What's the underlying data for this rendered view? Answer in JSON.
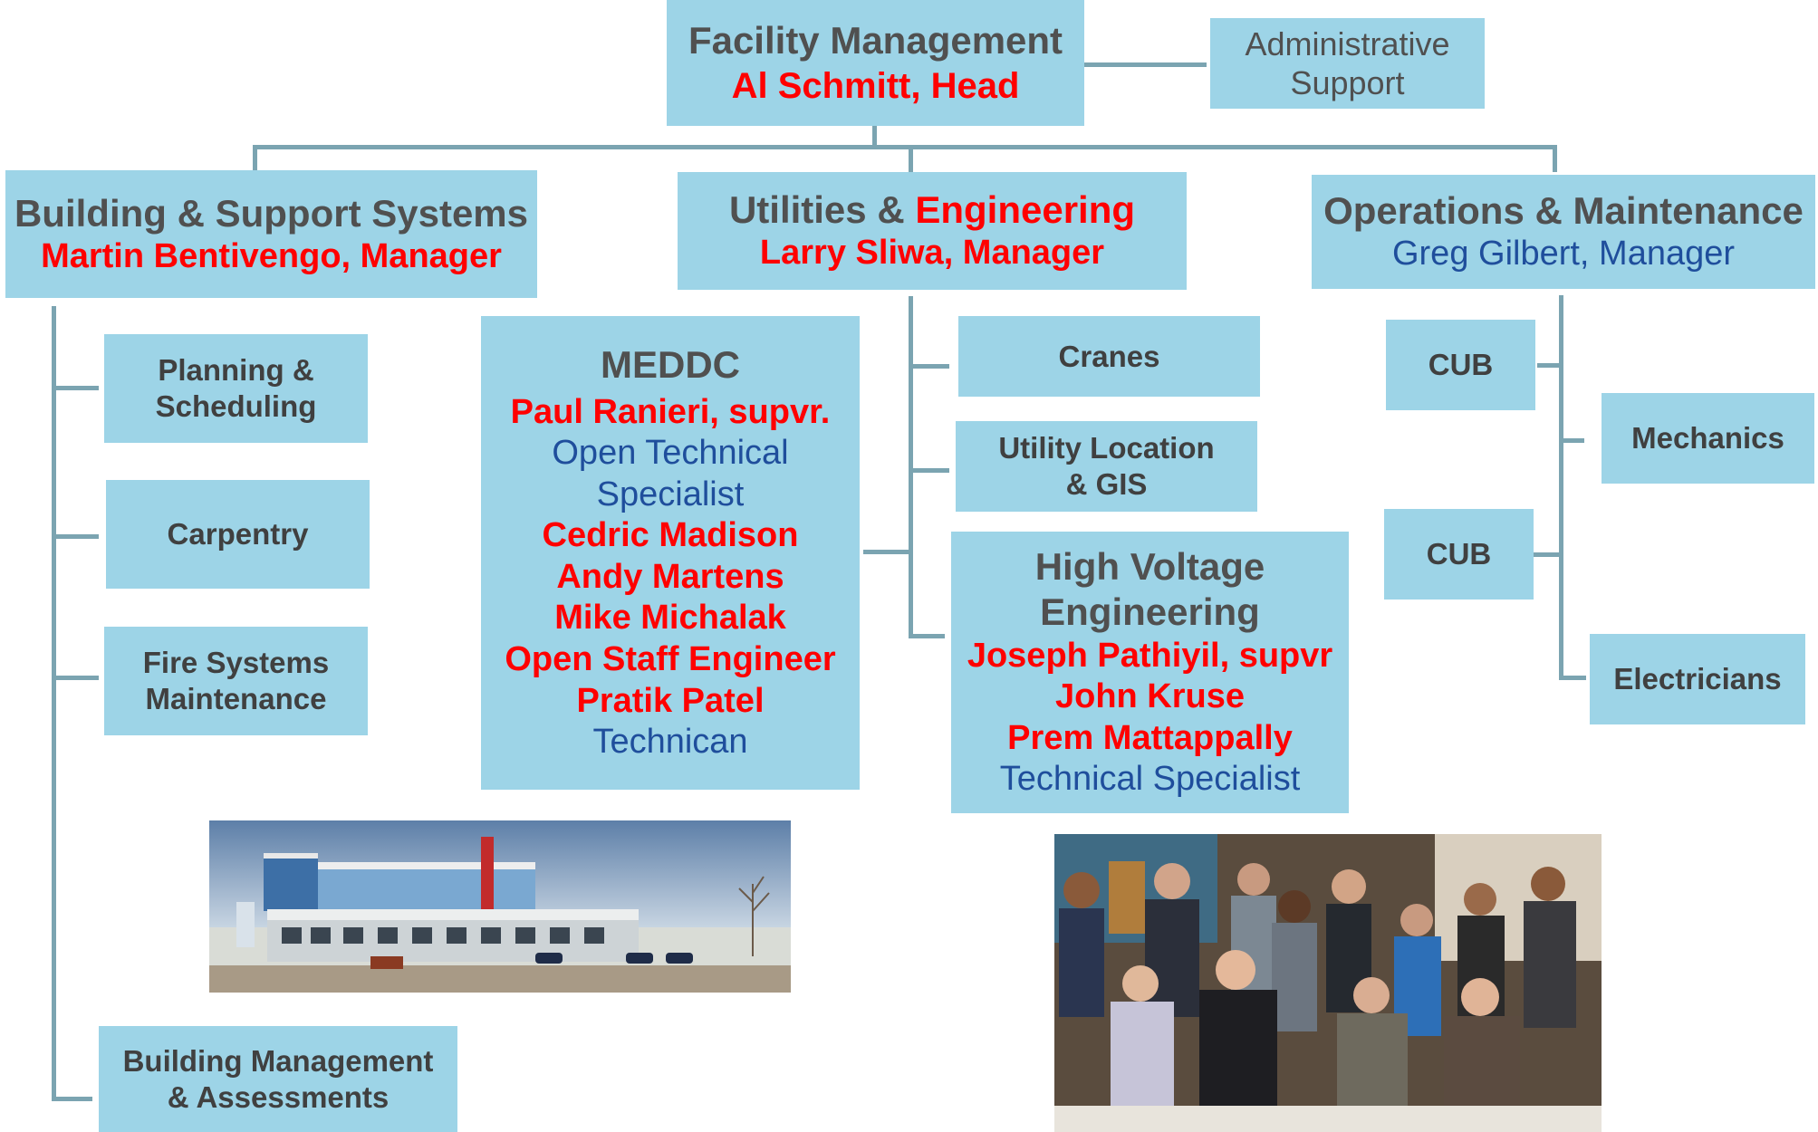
{
  "top": {
    "title": "Facility Management",
    "head": "Al Schmitt, Head",
    "admin_line1": "Administrative",
    "admin_line2": "Support"
  },
  "bss": {
    "title": "Building & Support Systems",
    "manager": "Martin Bentivengo, Manager",
    "units": {
      "planning": [
        "Planning &",
        "Scheduling"
      ],
      "carpentry": "Carpentry",
      "fire": [
        "Fire Systems",
        "Maintenance"
      ],
      "bma": [
        "Building Management",
        "& Assessments"
      ]
    }
  },
  "ue": {
    "title_a": "Utilities & ",
    "title_b": "Engineering",
    "manager": "Larry Sliwa, Manager",
    "meddc": {
      "title": "MEDDC",
      "lines": [
        {
          "text": "Paul Ranieri, supvr.",
          "style": "red"
        },
        {
          "text": "Open Technical",
          "style": "blue"
        },
        {
          "text": "Specialist",
          "style": "blue"
        },
        {
          "text": "Cedric Madison",
          "style": "red"
        },
        {
          "text": "Andy Martens",
          "style": "red"
        },
        {
          "text": "Mike Michalak",
          "style": "red"
        },
        {
          "text": "Open Staff Engineer",
          "style": "red"
        },
        {
          "text": "Pratik Patel",
          "style": "red"
        },
        {
          "text": "Technican",
          "style": "blue"
        }
      ]
    },
    "cranes": "Cranes",
    "utility": [
      "Utility Location",
      "& GIS"
    ],
    "hv": {
      "title": [
        "High Voltage",
        "Engineering"
      ],
      "lines": [
        {
          "text": "Joseph Pathiyil, supvr",
          "style": "red"
        },
        {
          "text": "John Kruse",
          "style": "red"
        },
        {
          "text": "Prem Mattappally",
          "style": "red"
        },
        {
          "text": "Technical Specialist",
          "style": "blue"
        }
      ]
    }
  },
  "om": {
    "title": "Operations & Maintenance",
    "manager": "Greg Gilbert, Manager",
    "cub1": "CUB",
    "cub2": "CUB",
    "mechanics": "Mechanics",
    "electricians": "Electricians"
  },
  "colors": {
    "box": "#9dd4e7",
    "connector": "#7ba4b1",
    "name_red": "#ff0000",
    "blue_text": "#1f4e9c",
    "gray_text": "#505050"
  }
}
